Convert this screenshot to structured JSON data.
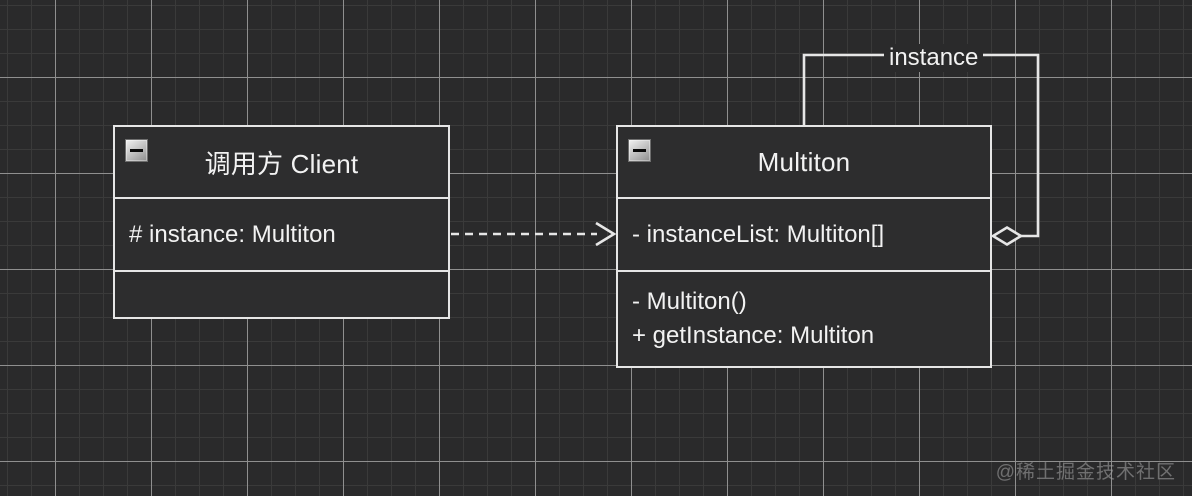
{
  "diagram": {
    "classes": [
      {
        "title": "调用方 Client",
        "attributes": [
          "# instance: Multiton"
        ],
        "methods": []
      },
      {
        "title": "Multiton",
        "attributes": [
          "- instanceList: Multiton[]"
        ],
        "methods": [
          "- Multiton()",
          "+ getInstance: Multiton"
        ]
      }
    ],
    "connectors": {
      "dependency": {
        "type": "dashed-open-arrow",
        "from": "调用方 Client",
        "to": "Multiton"
      },
      "self_aggregation": {
        "type": "aggregation-hollow-diamond",
        "on": "Multiton",
        "label": "instance"
      }
    }
  },
  "watermark": "@稀土掘金技术社区",
  "colors": {
    "background": "#2a2a2b",
    "grid_minor": "#3a3a3a",
    "grid_major": "#8f8f8f",
    "box_fill": "#2d2d2e",
    "line": "#e6e6e6",
    "text": "#f2f2f2"
  }
}
